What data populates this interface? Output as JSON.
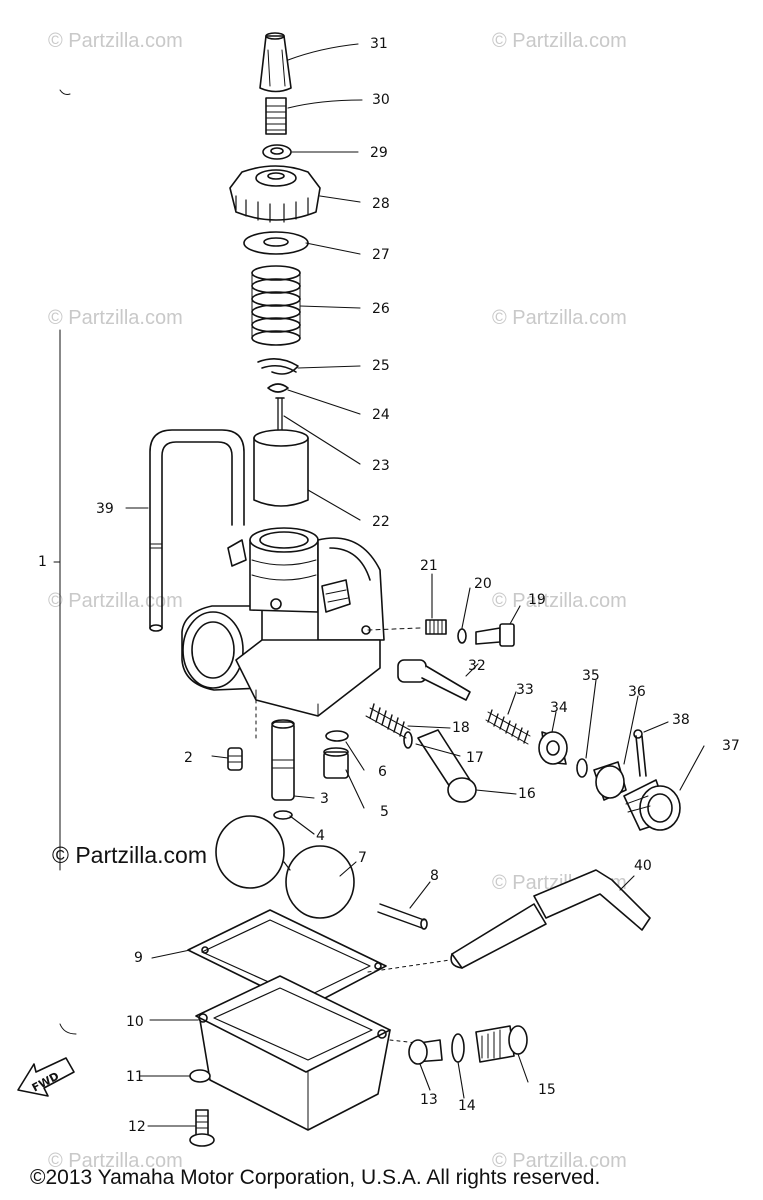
{
  "watermark": "© Partzilla.com",
  "watermark_main": "© Partzilla.com",
  "copyright": "©2013 Yamaha Motor Corporation, U.S.A. All rights reserved.",
  "fwd_label": "FWD",
  "callouts": {
    "c1": "1",
    "c2": "2",
    "c3": "3",
    "c4": "4",
    "c5": "5",
    "c6": "6",
    "c7": "7",
    "c8": "8",
    "c9": "9",
    "c10": "10",
    "c11": "11",
    "c12": "12",
    "c13": "13",
    "c14": "14",
    "c15": "15",
    "c16": "16",
    "c17": "17",
    "c18": "18",
    "c19": "19",
    "c20": "20",
    "c21": "21",
    "c22": "22",
    "c23": "23",
    "c24": "24",
    "c25": "25",
    "c26": "26",
    "c27": "27",
    "c28": "28",
    "c29": "29",
    "c30": "30",
    "c31": "31",
    "c32": "32",
    "c33": "33",
    "c34": "34",
    "c35": "35",
    "c36": "36",
    "c37": "37",
    "c38": "38",
    "c39": "39",
    "c40": "40"
  }
}
